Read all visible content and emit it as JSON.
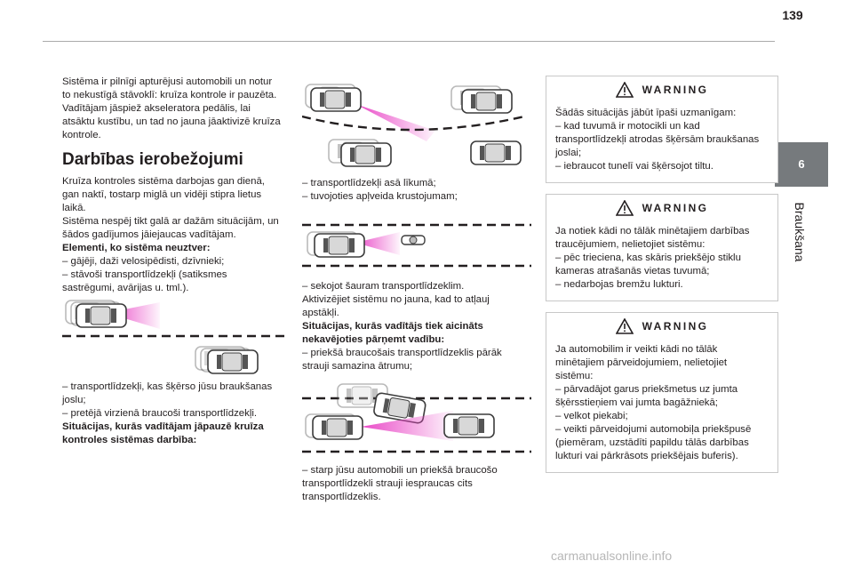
{
  "page_number": "139",
  "chapter": {
    "number": "6",
    "title": "Braukšana"
  },
  "col1": {
    "intro": [
      "Sistēma ir pilnīgi apturējusi automobili un notur",
      "to nekustīgā stāvoklī: kruīza kontrole ir pauzēta.",
      "Vadītājam jāspiež akseleratora pedālis, lai",
      "atsāktu kustību, un tad no jauna jāaktivizē kruīza",
      "kontrole."
    ],
    "heading": "Darbības ierobežojumi",
    "p1": [
      "Kruīza kontroles sistēma darbojas gan dienā,",
      "gan naktī, tostarp miglā un vidēji stipra lietus",
      "laikā.",
      "Sistēma nespēj tikt galā ar dažām situācijām, un",
      "šādos gadījumos jāiejaucas vadītājam."
    ],
    "list_title": "Elementi, ko sistēma neuztver:",
    "list": [
      "– gājēji, daži velosipēdisti, dzīvnieki;",
      "– stāvoši transportlīdzekļi (satiksmes",
      "sastrēgumi, avārijas u. tml.)."
    ],
    "after": [
      "– transportlīdzekļi, kas šķērso jūsu braukšanas",
      "joslu;",
      "– pretējā virzienā braucoši transportlīdzekļi."
    ],
    "bold_end": [
      "Situācijas, kurās vadītājam jāpauzē kruīza",
      "kontroles sistēmas darbība:"
    ]
  },
  "col2": {
    "t1": [
      "– transportlīdzekļi asā līkumā;",
      "– tuvojoties apļveida krustojumam;"
    ],
    "t2": [
      "– sekojot šauram transportlīdzeklim.",
      "Aktivizējiet sistēmu no jauna, kad to atļauj",
      "apstākļi."
    ],
    "bold": [
      "Situācijas, kurās vadītājs tiek aicināts",
      "nekavējoties pārņemt vadību:"
    ],
    "t3": [
      "– priekšā braucošais transportlīdzeklis pārāk",
      "strauji samazina ātrumu;"
    ],
    "t4": [
      "– starp jūsu automobili un priekšā braucošo",
      "transportlīdzekli strauji iespraucas cits",
      "transportlīdzeklis."
    ]
  },
  "warnings": [
    {
      "title": "WARNING",
      "lines": [
        "Šādās situācijās jābūt īpaši uzmanīgam:",
        "– kad tuvumā ir motocikli un kad",
        "transportlīdzekļi atrodas šķērsām braukšanas",
        "joslai;",
        "– iebraucot tunelī vai šķērsojot tiltu."
      ]
    },
    {
      "title": "WARNING",
      "lines": [
        "Ja notiek kādi no tālāk minētajiem darbības",
        "traucējumiem, nelietojiet sistēmu:",
        "– pēc trieciena, kas skāris priekšējo stiklu",
        "kameras atrašanās vietas tuvumā;",
        "– nedarbojas bremžu lukturi."
      ]
    },
    {
      "title": "WARNING",
      "lines": [
        "Ja automobilim ir veikti kādi no tālāk",
        "minētajiem pārveidojumiem, nelietojiet",
        "sistēmu:",
        "– pārvadājot garus priekšmetus uz jumta",
        "šķērsstieņiem vai jumta bagāžniekā;",
        "– velkot piekabi;",
        "– veikti pārveidojumi automobiļa priekšpusē",
        "(piemēram, uzstādīti papildu tālās darbības",
        "lukturi vai pārkrāsots priekšējais buferis)."
      ]
    }
  ],
  "footer": "carmanualsonline.info",
  "colors": {
    "tab": "#767a7d",
    "beam": "#e83fc4",
    "warning_triangle": "#231f20"
  }
}
